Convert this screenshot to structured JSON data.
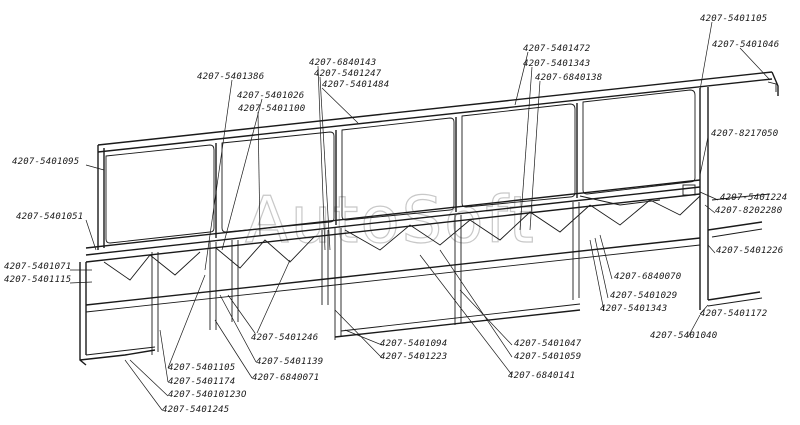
{
  "watermark": "AutoSoft",
  "labels": {
    "l01": "4207-5401105",
    "l02": "4207-5401046",
    "l03": "4207-5401472",
    "l04": "4207-5401343",
    "l05": "4207-6840138",
    "l06": "4207-6840143",
    "l07": "4207-5401247",
    "l08": "4207-5401484",
    "l09": "4207-5401386",
    "l10": "4207-5401026",
    "l11": "4207-5401100",
    "l12": "4207-5401095",
    "l13": "4207-5401051",
    "l14": "4207-5401071",
    "l15": "4207-5401115",
    "l16": "4207-8217050",
    "l17": "4207-5401224",
    "l18": "4207-8202280",
    "l19": "4207-5401226",
    "l20": "4207-6840070",
    "l21": "4207-5401029",
    "l22": "4207-5401343",
    "l23": "4207-5401172",
    "l24": "4207-5401040",
    "l25": "4207-5401246",
    "l26": "4207-5401094",
    "l27": "4207-5401223",
    "l28": "4207-5401047",
    "l29": "4207-5401059",
    "l30": "4207-6840141",
    "l31": "4207-5401105",
    "l32": "4207-5401174",
    "l33": "4207-54010123О",
    "l34": "4207-5401245",
    "l35": "4207-5401139",
    "l36": "4207-6840071"
  }
}
